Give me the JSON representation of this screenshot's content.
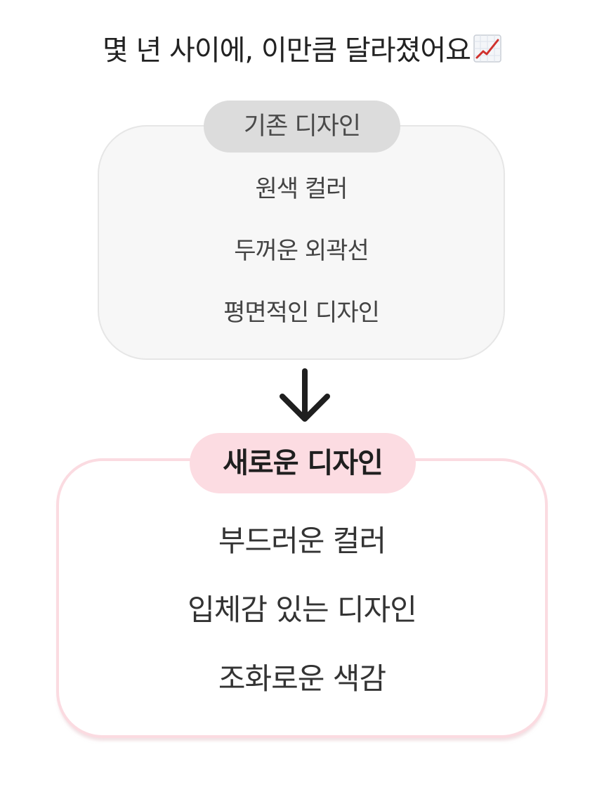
{
  "title": {
    "text": "몇 년 사이에, 이만큼 달라졌어요",
    "icon": "chart-increasing-icon"
  },
  "old_design": {
    "label": "기존 디자인",
    "items": [
      "원색 컬러",
      "두꺼운 외곽선",
      "평면적인 디자인"
    ],
    "colors": {
      "box_bg": "#f7f7f7",
      "pill_bg": "#dcdcdc"
    }
  },
  "arrow": {
    "icon": "arrow-down-icon"
  },
  "new_design": {
    "label": "새로운 디자인",
    "items": [
      "부드러운 컬러",
      "입체감 있는 디자인",
      "조화로운 색감"
    ],
    "colors": {
      "box_border": "#fbdbe1",
      "pill_bg": "#fcdce2"
    }
  }
}
